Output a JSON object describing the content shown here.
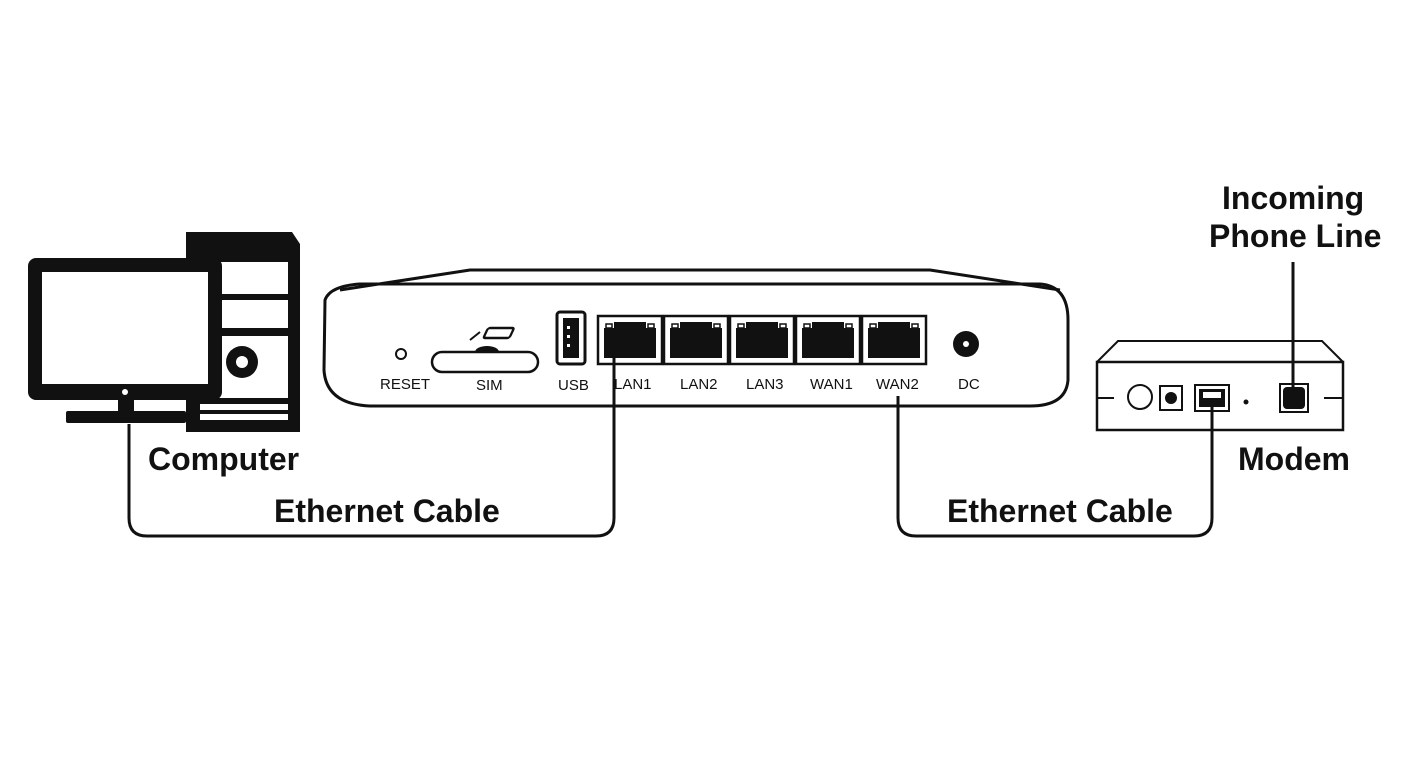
{
  "colors": {
    "ink": "#111111",
    "paper": "#ffffff"
  },
  "labels": {
    "computer": "Computer",
    "modem": "Modem",
    "incoming_line_1": "Incoming",
    "incoming_line_2": "Phone Line",
    "cable_left": "Ethernet Cable",
    "cable_right": "Ethernet Cable"
  },
  "router_ports": {
    "reset": "RESET",
    "sim": "SIM",
    "usb": "USB",
    "lan1": "LAN1",
    "lan2": "LAN2",
    "lan3": "LAN3",
    "wan1": "WAN1",
    "wan2": "WAN2",
    "dc": "DC"
  },
  "icons": [
    "desktop-computer-icon",
    "router-icon",
    "modem-icon",
    "ethernet-port-icon",
    "usb-port-icon",
    "sim-slot-icon"
  ]
}
